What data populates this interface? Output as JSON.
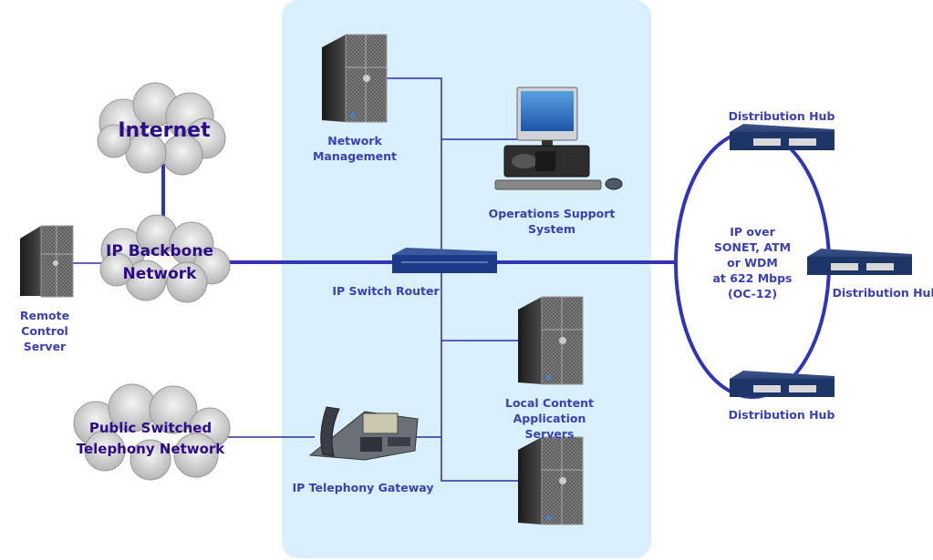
{
  "title": "IP Network Diagram",
  "colors": {
    "panel": "#d9effc",
    "link": "#3333b8",
    "thin_link": "#2b2fa0",
    "device_label": "#3a3fb3",
    "cloud_label": "#2b0c86"
  },
  "clouds": {
    "internet": "Internet",
    "backbone": "IP Backbone\nNetwork",
    "pstn": "Public Switched\nTelephony Network"
  },
  "devices": {
    "remote_server": "Remote Control\nServer",
    "network_management": "Network\nManagement",
    "oss": "Operations Support\nSystem",
    "router": "IP Switch Router",
    "content_servers": "Local Content\nApplication Servers",
    "telephony_gateway": "IP Telephony Gateway"
  },
  "ring": {
    "label": "IP over\nSONET, ATM\nor WDM\nat 622 Mbps\n(OC-12)",
    "hubs": [
      {
        "label": "Distribution Hub"
      },
      {
        "label": "Distribution Hub"
      },
      {
        "label": "Distribution Hub"
      }
    ]
  }
}
